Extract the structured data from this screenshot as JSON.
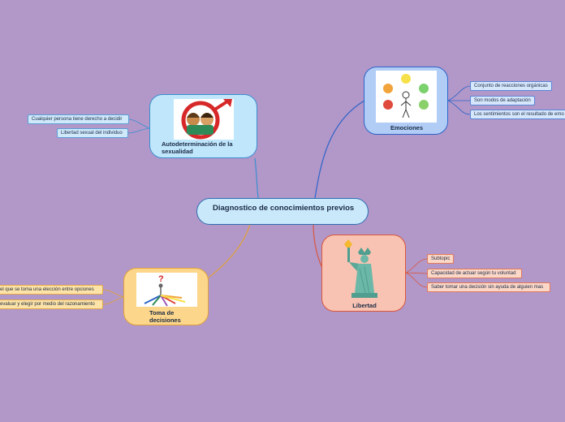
{
  "central": {
    "title": "Diagnostico de conocimientos previos"
  },
  "topics": {
    "autodeterminacion": {
      "label": "Autodeterminación de la sexualidad",
      "subtopics": [
        "Cualquier persona tiene derecho a decidir",
        "Libertad sexual del individuo"
      ]
    },
    "emociones": {
      "label": "Emociones",
      "subtopics": [
        "Conjunto de reacciones orgánicas",
        "Son modos de adaptación",
        "Los sentimientos son el resultado de emo"
      ]
    },
    "libertad": {
      "label": "Libertad",
      "subtopics": [
        "Subtopic",
        "Capacidad de actuar según tu voluntad",
        "Saber tomar una decisión sin ayuda de alguien mas"
      ]
    },
    "toma": {
      "label": "Toma de decisiones",
      "subtopics": [
        "el que se toma una elección entre opciones",
        "evaluar y elegir por medio del razonamiento"
      ]
    }
  },
  "colors": {
    "background": "#b297c9",
    "autodeterminacion": "#3b8fd0",
    "emociones": "#2d64c7",
    "libertad": "#d9573b",
    "toma": "#dfa33b"
  },
  "icons": {
    "autodeterminacion": "couple-gender-symbol-icon",
    "emociones": "emotion-faces-icon",
    "libertad": "statue-of-liberty-icon",
    "toma": "crossroads-arrows-icon"
  }
}
